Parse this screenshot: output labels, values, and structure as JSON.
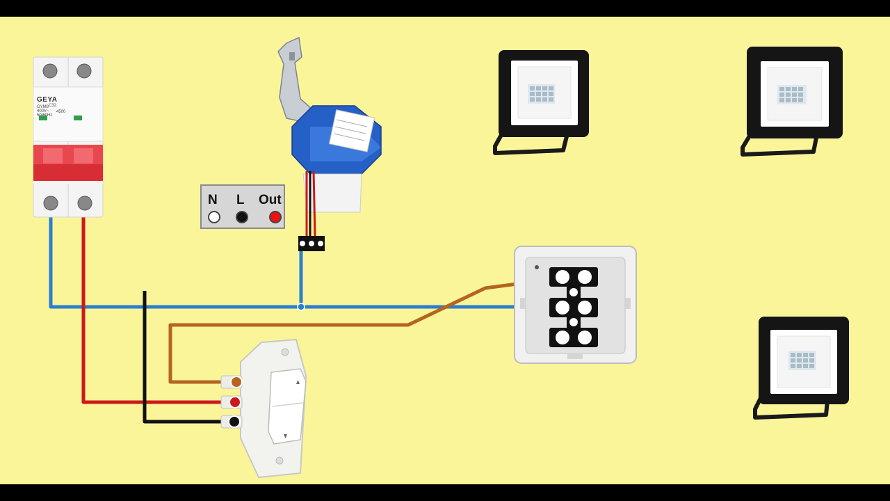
{
  "legend": {
    "items": [
      {
        "label": "N",
        "color": "#ffffff"
      },
      {
        "label": "L",
        "color": "#111111"
      },
      {
        "label": "Out",
        "color": "#ee1111"
      }
    ]
  },
  "breaker": {
    "brand": "GEYA",
    "model": "GYM8",
    "rating": "C32",
    "voltage": "400V~",
    "frequency": "50/60Hz",
    "capacity": "4500"
  },
  "wire_colors": {
    "neutral": "#2a7fd0",
    "live": "#cc1a1a",
    "switched": "#b5651d",
    "black": "#111111"
  },
  "background": "#fbf59a"
}
